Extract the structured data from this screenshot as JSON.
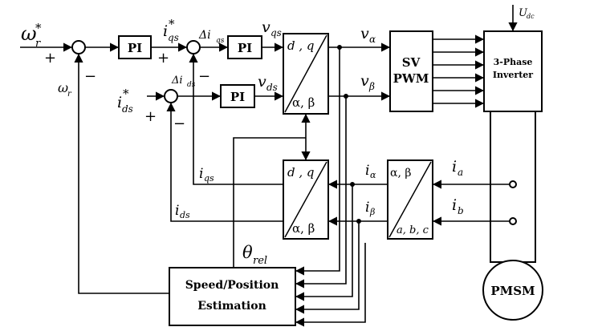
{
  "blocks": {
    "pi_speed": "PI",
    "pi_q": "PI",
    "pi_d": "PI",
    "park_inv_top": "d , q",
    "park_inv_bottom": "α, β",
    "svpwm_line1": "SV",
    "svpwm_line2": "PWM",
    "inverter_line1": "3-Phase",
    "inverter_line2": "Inverter",
    "park_top": "d , q",
    "park_bottom": "α, β",
    "clarke_top": "α, β",
    "clarke_bottom": "a, b, c",
    "estimator_line1": "Speed/Position",
    "estimator_line2": "Estimation",
    "motor": "PMSM"
  },
  "signals": {
    "omega_r_ref": "ω",
    "omega_r_ref_sub": "r",
    "omega_r_fb": "ω",
    "omega_r_fb_sub": "r",
    "iqs_ref": "i",
    "iqs_ref_sub": "qs",
    "ids_ref": "i",
    "ids_ref_sub": "ds",
    "star": "*",
    "delta_iqs": "Δi",
    "delta_iqs_sub": "qs",
    "delta_ids": "Δi",
    "delta_ids_sub": "ds",
    "vqs": "v",
    "vqs_sub": "qs",
    "vds": "v",
    "vds_sub": "ds",
    "valpha": "v",
    "valpha_sub": "α",
    "vbeta": "v",
    "vbeta_sub": "β",
    "iqs_fb": "i",
    "iqs_fb_sub": "qs",
    "ids_fb": "i",
    "ids_fb_sub": "ds",
    "ialpha": "i",
    "ialpha_sub": "α",
    "ibeta": "i",
    "ibeta_sub": "β",
    "ia": "i",
    "ia_sub": "a",
    "ib": "i",
    "ib_sub": "b",
    "udc": "U",
    "udc_sub": "dc",
    "theta": "θ",
    "theta_sub": "rel"
  },
  "signs": {
    "plus": "+",
    "minus": "−"
  }
}
